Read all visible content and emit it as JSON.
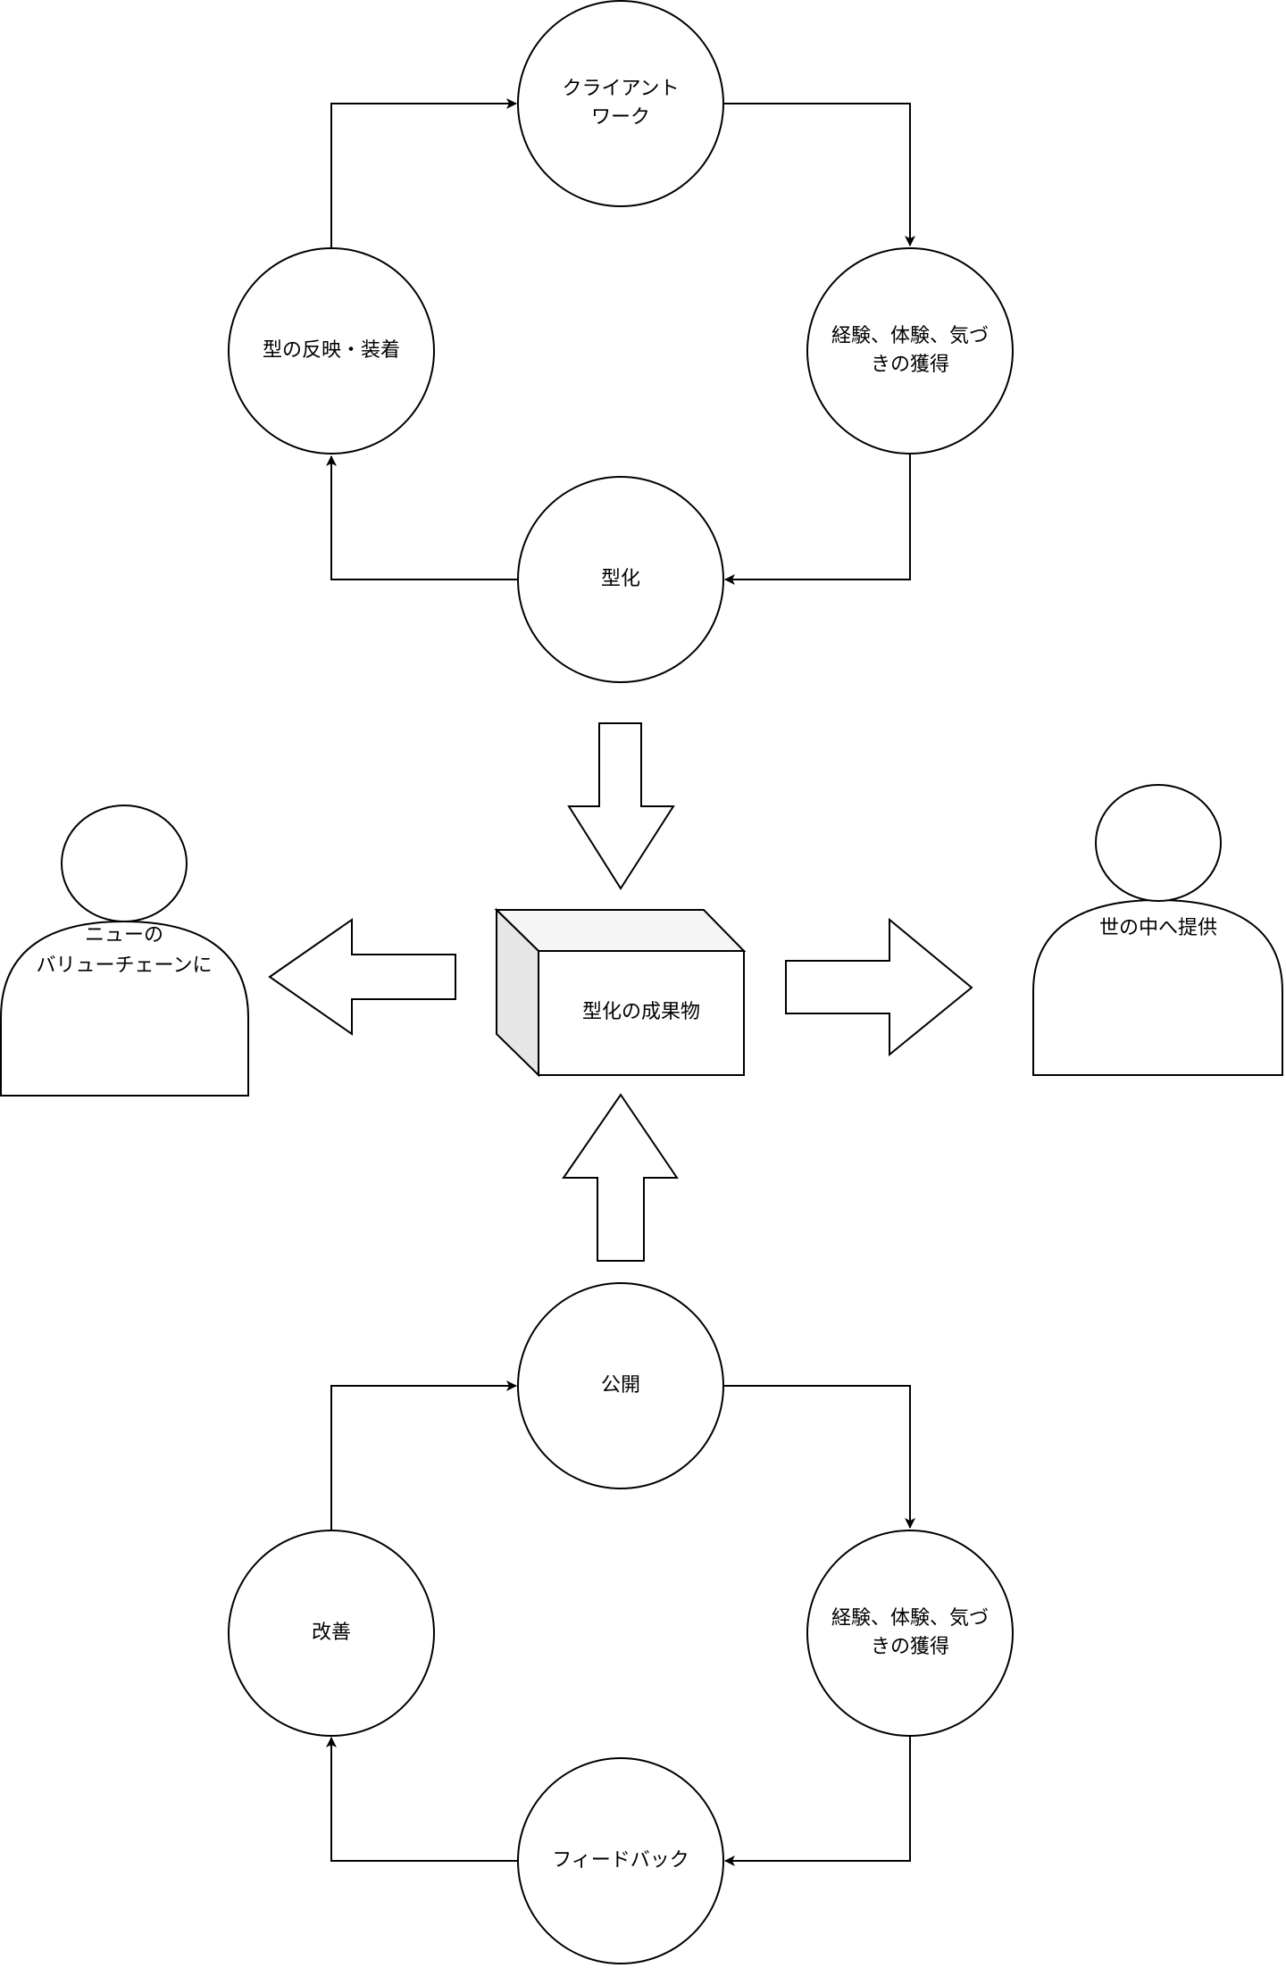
{
  "diagram": {
    "colors": {
      "stroke": "#000000",
      "fill": "#ffffff",
      "cube_top": "#f5f5f5",
      "cube_side": "#e6e6e6"
    },
    "top_cycle": {
      "nodes": [
        {
          "id": "client-work",
          "lines": [
            "クライアント",
            "ワーク"
          ]
        },
        {
          "id": "experience",
          "lines": [
            "経験、体験、気づ",
            "きの獲得"
          ]
        },
        {
          "id": "patterning",
          "lines": [
            "型化"
          ]
        },
        {
          "id": "apply",
          "lines": [
            "型の反映・装着"
          ]
        }
      ]
    },
    "center": {
      "cube_label": "型化の成果物"
    },
    "actors": {
      "left": {
        "lines": [
          "ニューの",
          "バリューチェーンに"
        ]
      },
      "right": {
        "lines": [
          "世の中へ提供"
        ]
      }
    },
    "bottom_cycle": {
      "nodes": [
        {
          "id": "publish",
          "lines": [
            "公開"
          ]
        },
        {
          "id": "experience2",
          "lines": [
            "経験、体験、気づ",
            "きの獲得"
          ]
        },
        {
          "id": "feedback",
          "lines": [
            "フィードバック"
          ]
        },
        {
          "id": "improve",
          "lines": [
            "改善"
          ]
        }
      ]
    }
  }
}
